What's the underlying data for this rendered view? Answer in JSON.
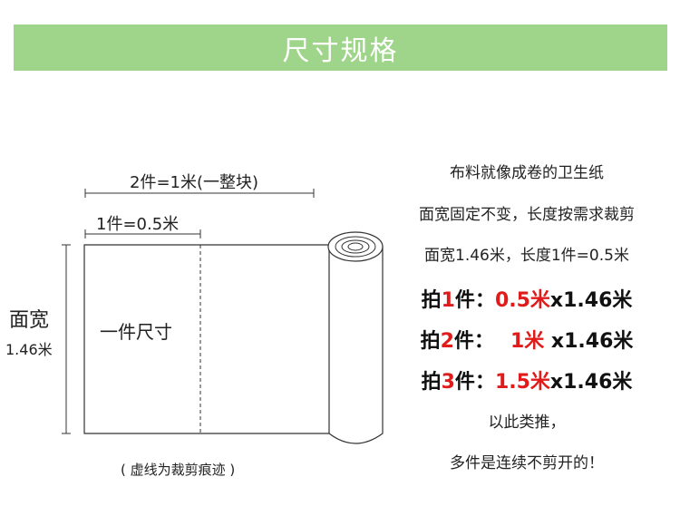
{
  "header": {
    "title": "尺寸规格"
  },
  "diagram": {
    "top_dimension_label": "2件=1米(一整块)",
    "half_dimension_label": "1件=0.5米",
    "width_label": "面宽",
    "width_value": "1.46米",
    "segment_label": "一件尺寸",
    "caption": "( 虚线为裁剪痕迹 )"
  },
  "description": {
    "line1": "布料就像成卷的卫生纸",
    "line2": "面宽固定不变，长度按需求裁剪",
    "line3": "面宽1.46米，长度1件=0.5米",
    "options": [
      {
        "prefix": "拍",
        "count": "1",
        "unit": "件：",
        "length": "0.5米",
        "size": "x1.46米"
      },
      {
        "prefix": "拍",
        "count": "2",
        "unit": "件：",
        "length": "1米",
        "size": " x1.46米"
      },
      {
        "prefix": "拍",
        "count": "3",
        "unit": "件：",
        "length": "1.5米",
        "size": "x1.46米"
      }
    ],
    "line7": "以此类推，",
    "line8": "多件是连续不剪开的！"
  },
  "colors": {
    "banner": "#9fd58a",
    "highlight": "#e01b1b"
  }
}
